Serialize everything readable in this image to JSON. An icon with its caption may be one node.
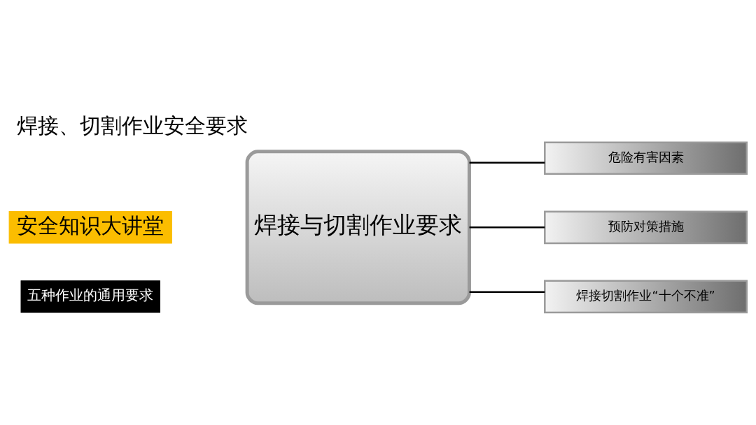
{
  "diagram": {
    "title": "焊接、切割作业安全要求",
    "nodes": [
      {
        "text": [
          "焊接与切割作业要求"
        ]
      },
      {
        "text": [
          "危险有害因素"
        ]
      },
      {
        "text": [
          "预防对策措施"
        ]
      },
      {
        "text": [
          "焊接切割作业“十个不准”"
        ]
      }
    ],
    "edges": [
      {
        "from": 0,
        "to": 1,
        "arrow": "none"
      },
      {
        "from": 0,
        "to": 2,
        "arrow": "none"
      },
      {
        "from": 0,
        "to": 3,
        "arrow": "none"
      }
    ],
    "labels": [
      "安全知识大讲堂",
      "五种作业的通用要求"
    ]
  }
}
